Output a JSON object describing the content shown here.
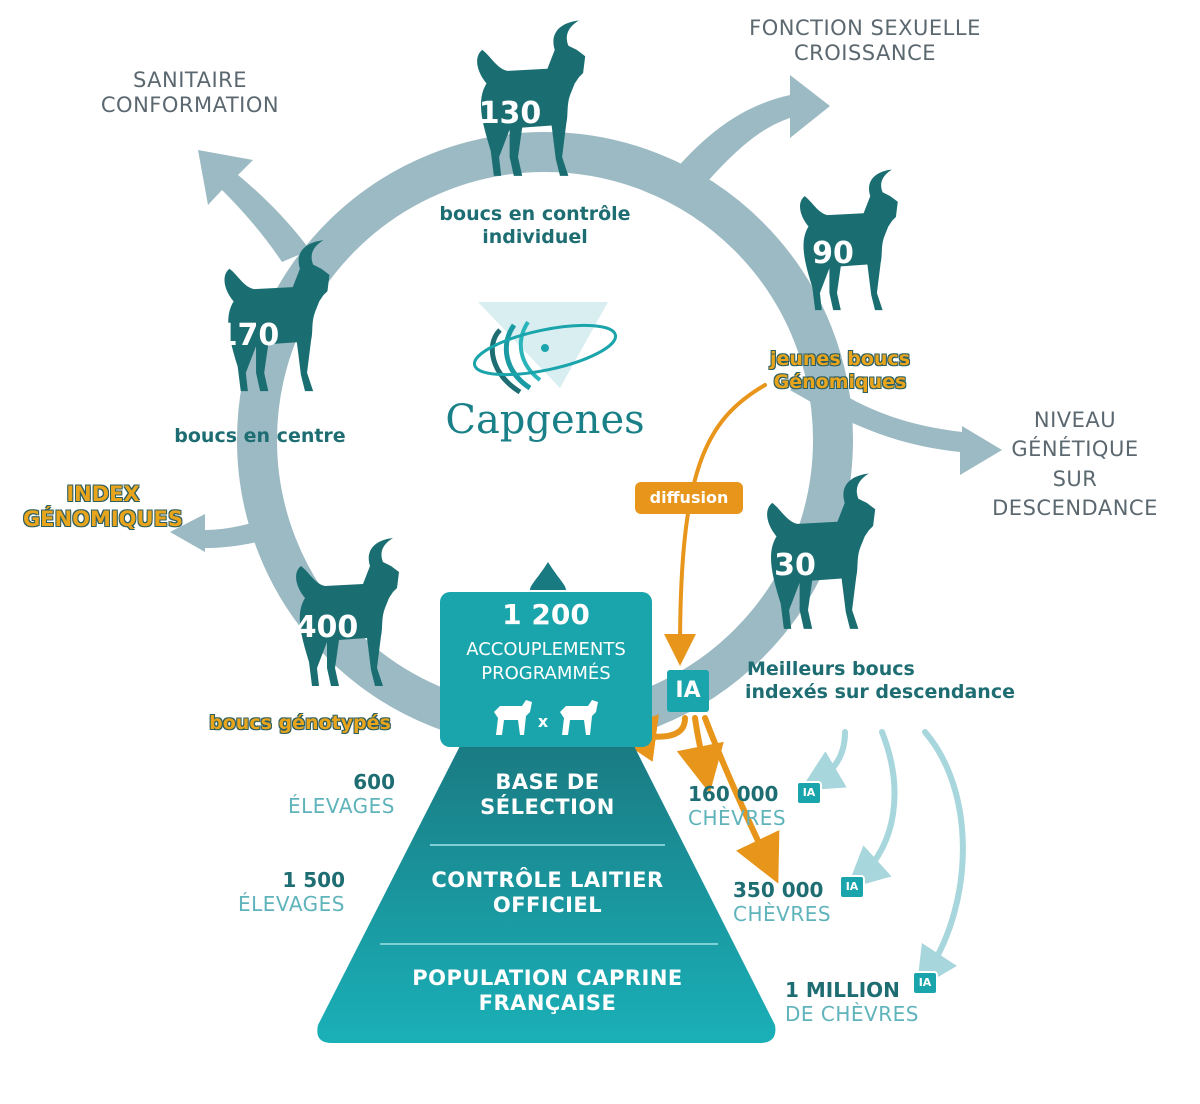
{
  "categories": {
    "top_left": [
      "SANITAIRE",
      "CONFORMATION"
    ],
    "top_right": [
      "FONCTION SEXUELLE",
      "CROISSANCE"
    ],
    "right": [
      "NIVEAU",
      "GÉNÉTIQUE",
      "SUR",
      "DESCENDANCE"
    ],
    "left_index": [
      "INDEX",
      "GÉNOMIQUES"
    ]
  },
  "goats": [
    {
      "number": "130",
      "label": [
        "boucs en contrôle",
        "individuel"
      ]
    },
    {
      "number": "90",
      "label": [
        "jeunes boucs",
        "Génomiques"
      ]
    },
    {
      "number": "170",
      "label": [
        "boucs en centre"
      ]
    },
    {
      "number": "30",
      "label": [
        "Meilleurs boucs",
        "indexés sur descendance"
      ]
    },
    {
      "number": "400",
      "label": [
        "boucs génotypés"
      ]
    }
  ],
  "logo": {
    "name": "Capgenes"
  },
  "diffusion": "diffusion",
  "ia": "IA",
  "matings": {
    "number": "1 200",
    "line1": "ACCOUPLEMENTS",
    "line2": "PROGRAMMÉS",
    "x": "x"
  },
  "pyramid": [
    {
      "line1": "BASE DE",
      "line2": "SÉLECTION"
    },
    {
      "line1": "CONTRÔLE LAITIER",
      "line2": "OFFICIEL"
    },
    {
      "line1": "POPULATION CAPRINE",
      "line2": "FRANÇAISE"
    }
  ],
  "left_stats": [
    {
      "number": "600",
      "unit": "ÉLEVAGES"
    },
    {
      "number": "1 500",
      "unit": "ÉLEVAGES"
    }
  ],
  "right_stats": [
    {
      "number": "160 000",
      "unit": "CHÈVRES"
    },
    {
      "number": "350 000",
      "unit": "CHÈVRES"
    },
    {
      "number": "1 MILLION",
      "unit": "DE CHÈVRES"
    }
  ],
  "colors": {
    "ring": "#9cbac3",
    "goat": "#1a6e72",
    "teal": "#1aa4ab",
    "orange": "#e8951c",
    "light_teal": "#a7d6dd",
    "pyramid_top": "#1d8088",
    "pyramid_bottom": "#1aaab2"
  }
}
